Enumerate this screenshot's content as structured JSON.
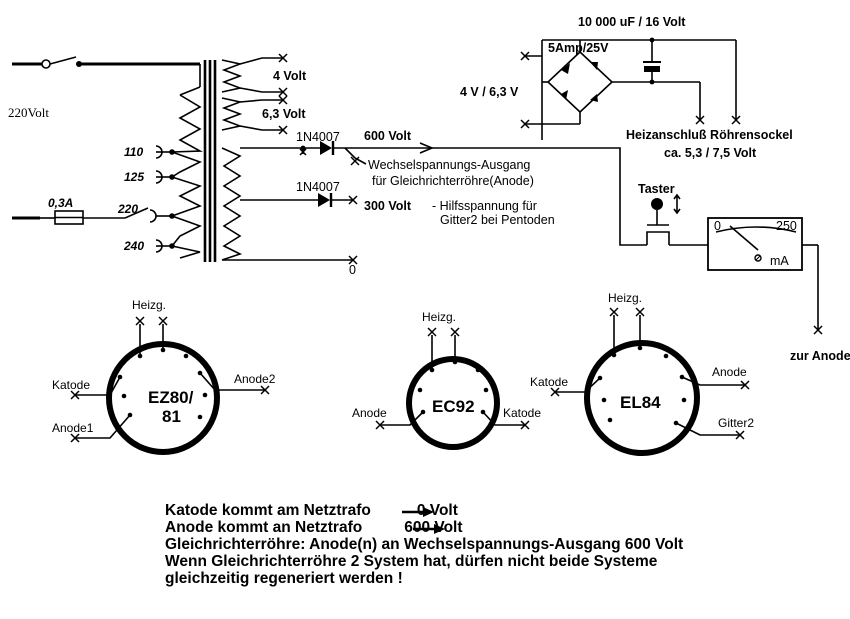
{
  "mains": {
    "voltage": "220Volt",
    "fuse": "0,3A"
  },
  "primary_taps": [
    "110",
    "125",
    "220",
    "240"
  ],
  "secondary": {
    "v4": "4 Volt",
    "v63": "6,3 Volt",
    "v600": "600 Volt",
    "v300": "300 Volt",
    "v0": "0"
  },
  "diodes": [
    "1N4007",
    "1N4007"
  ],
  "outputs": {
    "ac_out_line1": "Wechselspannungs-Ausgang",
    "ac_out_line2": "für Gleichrichterröhre(Anode)",
    "aux_line1": "-  Hilfsspannung für",
    "aux_line2": "Gitter2 bei Pentoden"
  },
  "heater_supply": {
    "capacitor": "10 000 uF / 16 Volt",
    "bridge": "5Amp/25V",
    "input": "4 V / 6,3 V",
    "output_line1": "Heizanschluß Röhrensockel",
    "output_line2": "ca. 5,3 / 7,5 Volt"
  },
  "meter": {
    "button": "Taster",
    "scale_min": "0",
    "scale_max": "250",
    "unit": "mA",
    "to_anode": "zur Anode"
  },
  "tubes": [
    {
      "name_line1": "EZ80/",
      "name_line2": "81",
      "heater": "Heizg.",
      "cathode": "Katode",
      "anode1": "Anode1",
      "anode2": "Anode2"
    },
    {
      "name": "EC92",
      "heater": "Heizg.",
      "anode": "Anode",
      "cathode": "Katode"
    },
    {
      "name": "EL84",
      "heater": "Heizg.",
      "cathode": "Katode",
      "anode": "Anode",
      "grid2": "Gitter2"
    }
  ],
  "notes": [
    "Katode kommt am Netztrafo",
    "0 Volt",
    "Anode kommt an Netztrafo",
    "600 Volt",
    "Gleichrichterröhre: Anode(n) an Wechselspannungs-Ausgang 600 Volt",
    "Wenn Gleichrichterröhre 2 System hat, dürfen nicht beide Systeme",
    "gleichzeitig regeneriert werden !"
  ]
}
